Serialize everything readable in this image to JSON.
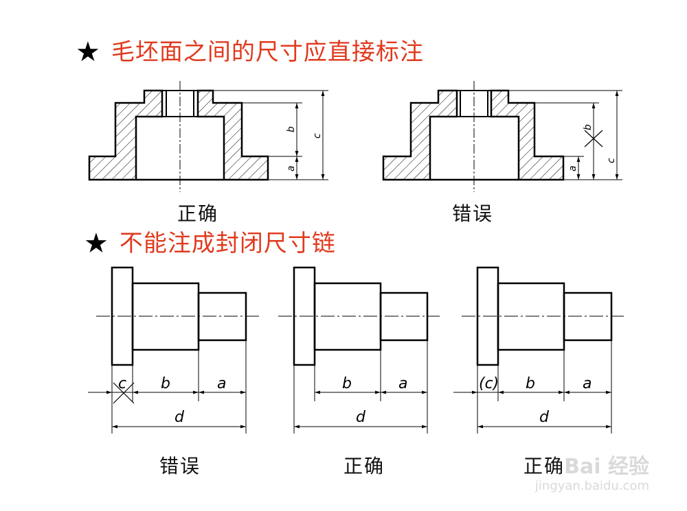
{
  "section1": {
    "star": "★",
    "title": "毛坯面之间的尺寸应直接标注"
  },
  "section2": {
    "star": "★",
    "title": "不能注成封闭尺寸链"
  },
  "captions": {
    "casting_left": "正确",
    "casting_right": "错误",
    "shaft_1": "错误",
    "shaft_2": "正确",
    "shaft_3": "正确"
  },
  "dimension_labels": {
    "a": "a",
    "b": "b",
    "c": "c",
    "d": "d",
    "c_bracketed": "(c)"
  },
  "watermark": {
    "brand": "Bai 经验",
    "url": "jingyan.baidu.com"
  },
  "colors": {
    "heading": "#e03a1e",
    "lines": "#000000"
  }
}
